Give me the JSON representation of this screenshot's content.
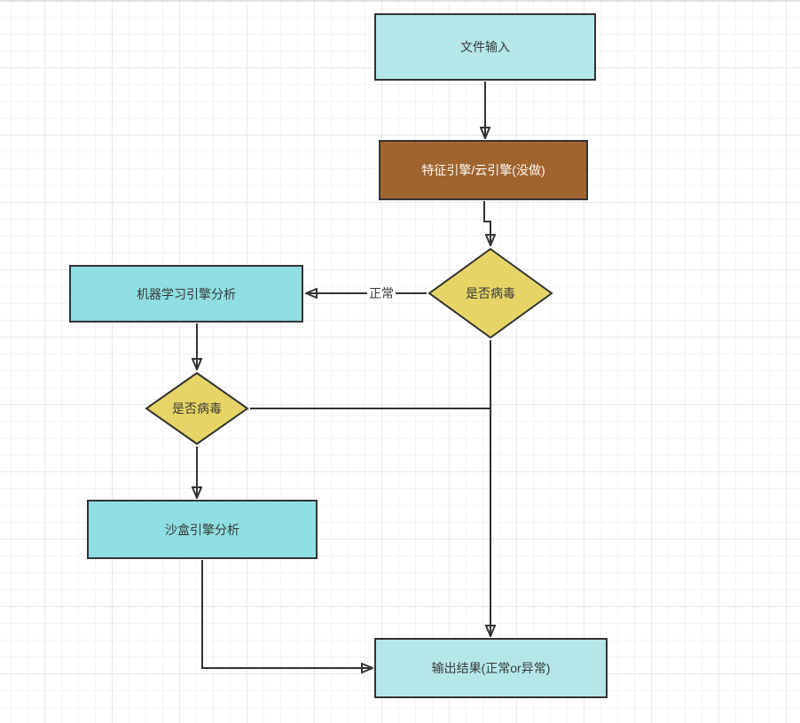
{
  "diagram": {
    "title": "virus-detection-flowchart",
    "nodes": {
      "file_input": {
        "label": "文件输入",
        "shape": "rectangle",
        "fill": "#B5E7E9"
      },
      "feature_engine": {
        "label": "特征引擎/云引擎(没做)",
        "shape": "rectangle",
        "fill": "#A0642F"
      },
      "virus_check_1": {
        "label": "是否病毒",
        "shape": "diamond",
        "fill": "#E6D566"
      },
      "ml_engine": {
        "label": "机器学习引擎分析",
        "shape": "rectangle",
        "fill": "#8FDEE1"
      },
      "virus_check_2": {
        "label": "是否病毒",
        "shape": "diamond",
        "fill": "#E6D566"
      },
      "sandbox_engine": {
        "label": "沙盒引擎分析",
        "shape": "rectangle",
        "fill": "#8FDEE1"
      },
      "output_result": {
        "label": "输出结果(正常or异常)",
        "shape": "rectangle",
        "fill": "#B5E7E9"
      }
    },
    "edge_labels": {
      "normal": "正常"
    },
    "edges": [
      {
        "from": "file_input",
        "to": "feature_engine",
        "label": ""
      },
      {
        "from": "feature_engine",
        "to": "virus_check_1",
        "label": ""
      },
      {
        "from": "virus_check_1",
        "to": "ml_engine",
        "label": "正常"
      },
      {
        "from": "ml_engine",
        "to": "virus_check_2",
        "label": ""
      },
      {
        "from": "virus_check_2",
        "to": "sandbox_engine",
        "label": ""
      },
      {
        "from": "virus_check_2",
        "to": "output_result",
        "label": ""
      },
      {
        "from": "virus_check_1",
        "to": "output_result",
        "label": ""
      },
      {
        "from": "sandbox_engine",
        "to": "output_result",
        "label": ""
      }
    ],
    "colors": {
      "stroke": "#333333",
      "node_cyan_light": "#B5E7E9",
      "node_cyan_teal": "#8FDEE1",
      "node_yellow": "#E6D566",
      "node_brown": "#A0642F",
      "grid_minor": "#f4f4f4",
      "grid_major": "#e9e9e9",
      "canvas_bg": "#ffffff"
    }
  }
}
